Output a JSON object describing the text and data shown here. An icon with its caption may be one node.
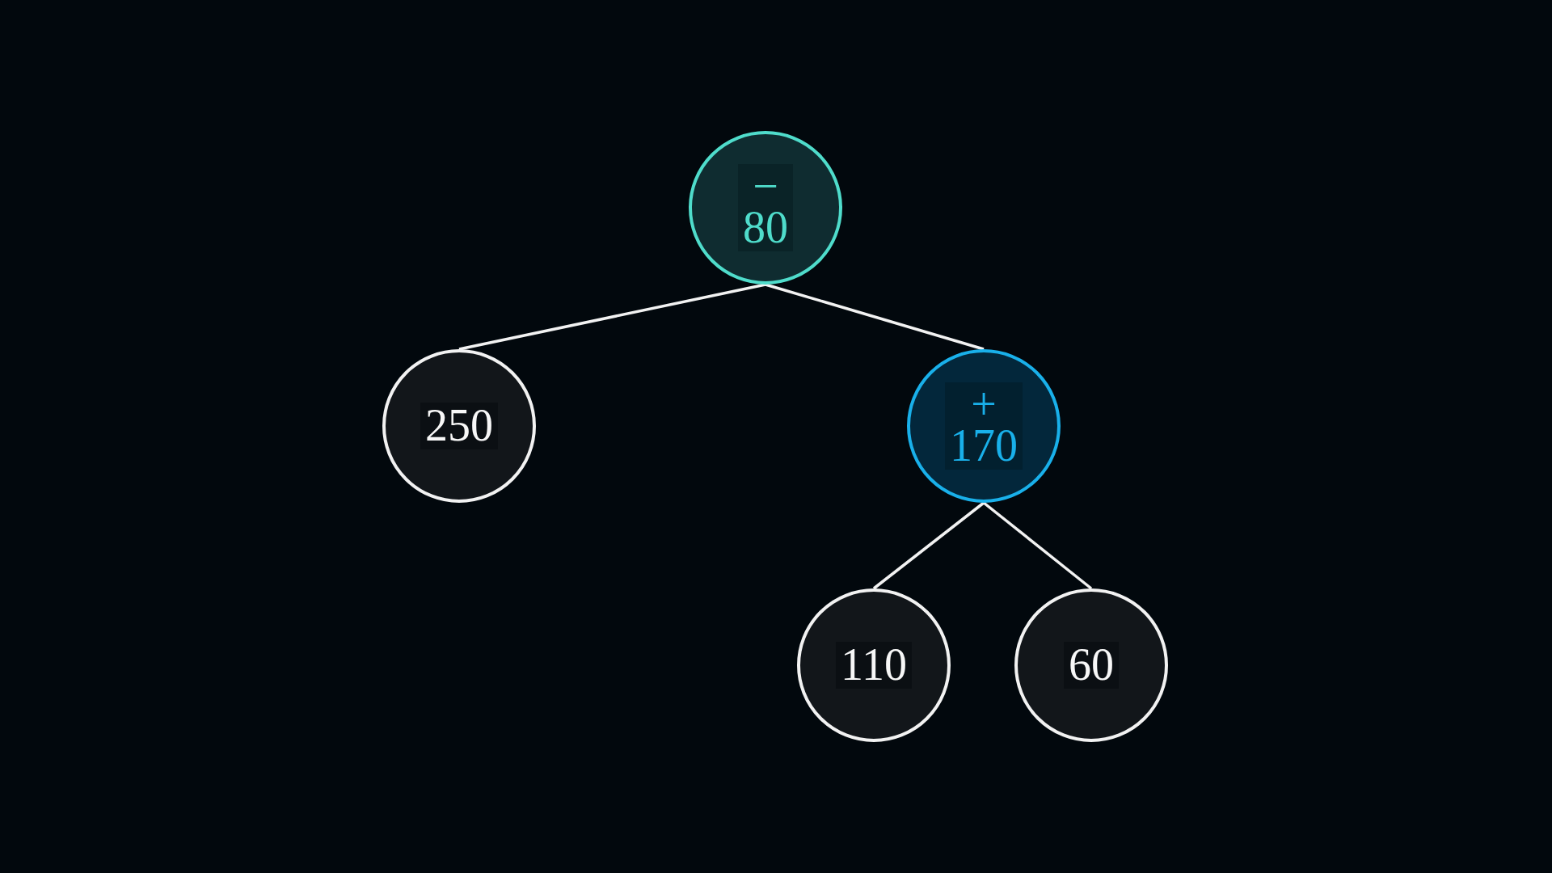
{
  "diagram": {
    "nodes": [
      {
        "text": [
          "−",
          "80"
        ]
      },
      {
        "text": [
          "250"
        ]
      },
      {
        "text": [
          "+",
          "170"
        ]
      },
      {
        "text": [
          "110"
        ]
      },
      {
        "text": [
          "60"
        ]
      }
    ],
    "edges": [
      {
        "from": 0,
        "to": 1,
        "arrow": "none"
      },
      {
        "from": 0,
        "to": 2,
        "arrow": "none"
      },
      {
        "from": 2,
        "to": 3,
        "arrow": "none"
      },
      {
        "from": 2,
        "to": 4,
        "arrow": "none"
      }
    ]
  }
}
